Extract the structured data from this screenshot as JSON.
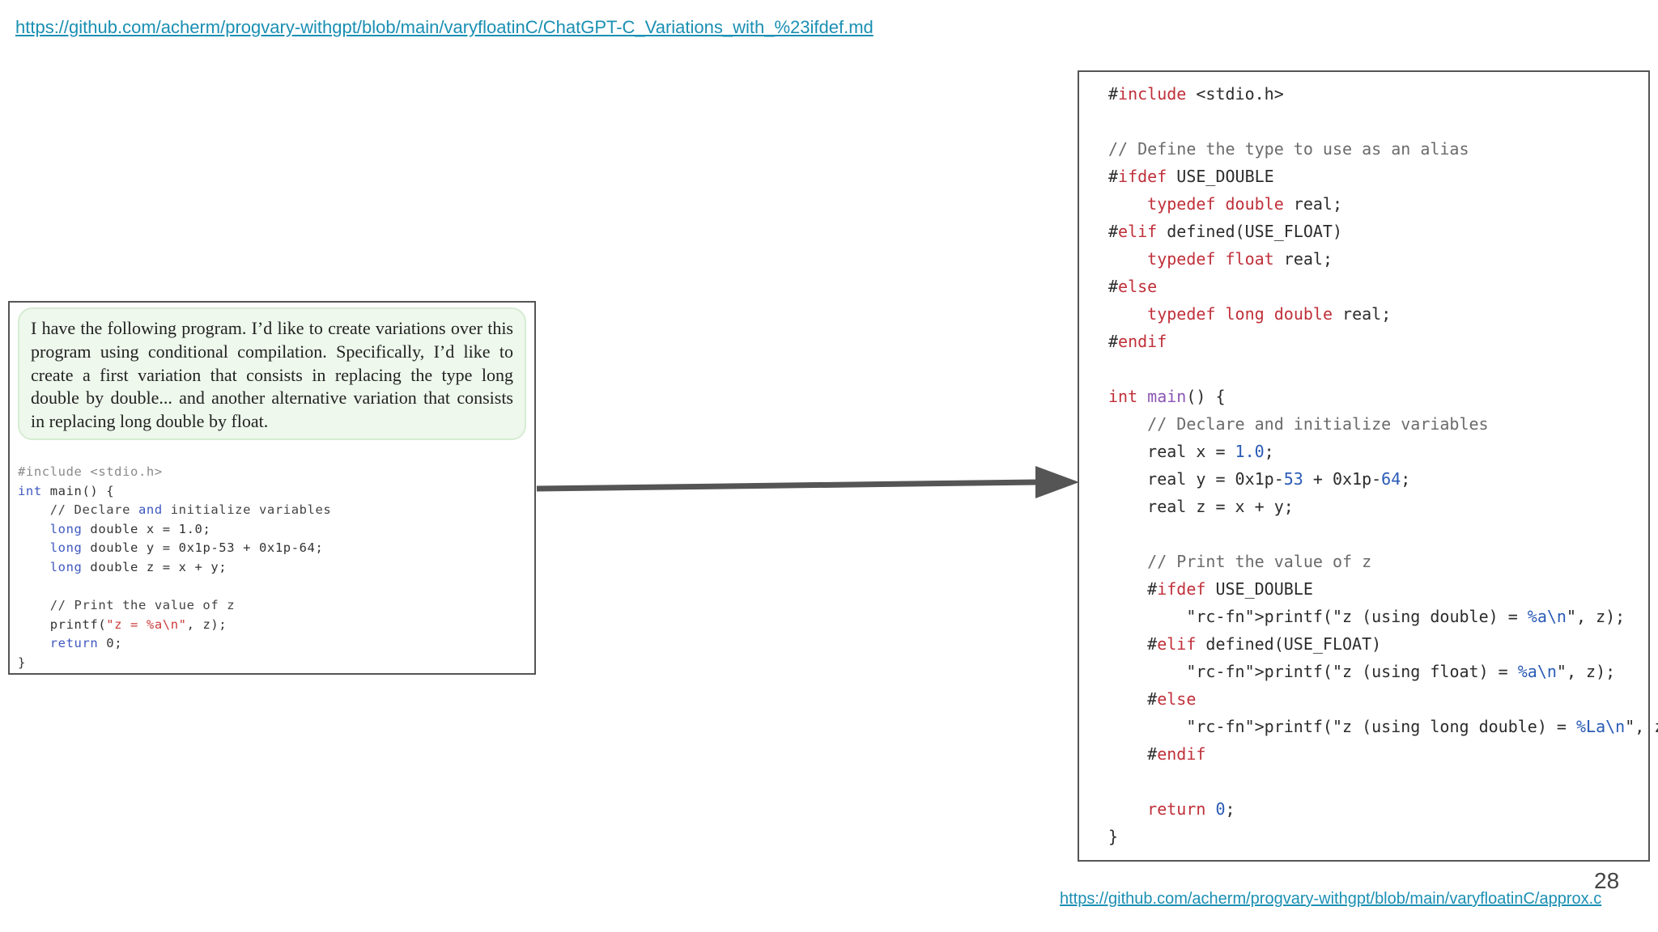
{
  "links": {
    "top": "https://github.com/acherm/progvary-withgpt/blob/main/varyfloatinC/ChatGPT-C_Variations_with_%23ifdef.md",
    "bottom": "https://github.com/acherm/progvary-withgpt/blob/main/varyfloatinC/approx.c"
  },
  "page_number": "28",
  "prompt": {
    "text": "I have the following program. I’d like to create variations over this program using conditional compilation. Specifically, I’d like to create a first variation that consists in replacing the type long double by double... and another alternative variation that consists in replacing long double by float."
  },
  "left_code": {
    "lines": [
      "#include <stdio.h>",
      "int main() {",
      "    // Declare and initialize variables",
      "    long double x = 1.0;",
      "    long double y = 0x1p-53 + 0x1p-64;",
      "    long double z = x + y;",
      "",
      "    // Print the value of z",
      "    printf(\"z = %a\\n\", z);",
      "    return 0;",
      "}"
    ]
  },
  "right_code": {
    "lines": [
      "#include <stdio.h>",
      "",
      "// Define the type to use as an alias",
      "#ifdef USE_DOUBLE",
      "    typedef double real;",
      "#elif defined(USE_FLOAT)",
      "    typedef float real;",
      "#else",
      "    typedef long double real;",
      "#endif",
      "",
      "int main() {",
      "    // Declare and initialize variables",
      "    real x = 1.0;",
      "    real y = 0x1p-53 + 0x1p-64;",
      "    real z = x + y;",
      "",
      "    // Print the value of z",
      "    #ifdef USE_DOUBLE",
      "        printf(\"z (using double) = %a\\n\", z);",
      "    #elif defined(USE_FLOAT)",
      "        printf(\"z (using float) = %a\\n\", z);",
      "    #else",
      "        printf(\"z (using long double) = %La\\n\", z);",
      "    #endif",
      "",
      "    return 0;",
      "}"
    ]
  },
  "colors": {
    "link": "#1a8fb3",
    "bubble_bg": "#eef8ec",
    "arrow": "#555555",
    "keyword_red": "#c0303a",
    "keyword_blue": "#3f58c0"
  }
}
